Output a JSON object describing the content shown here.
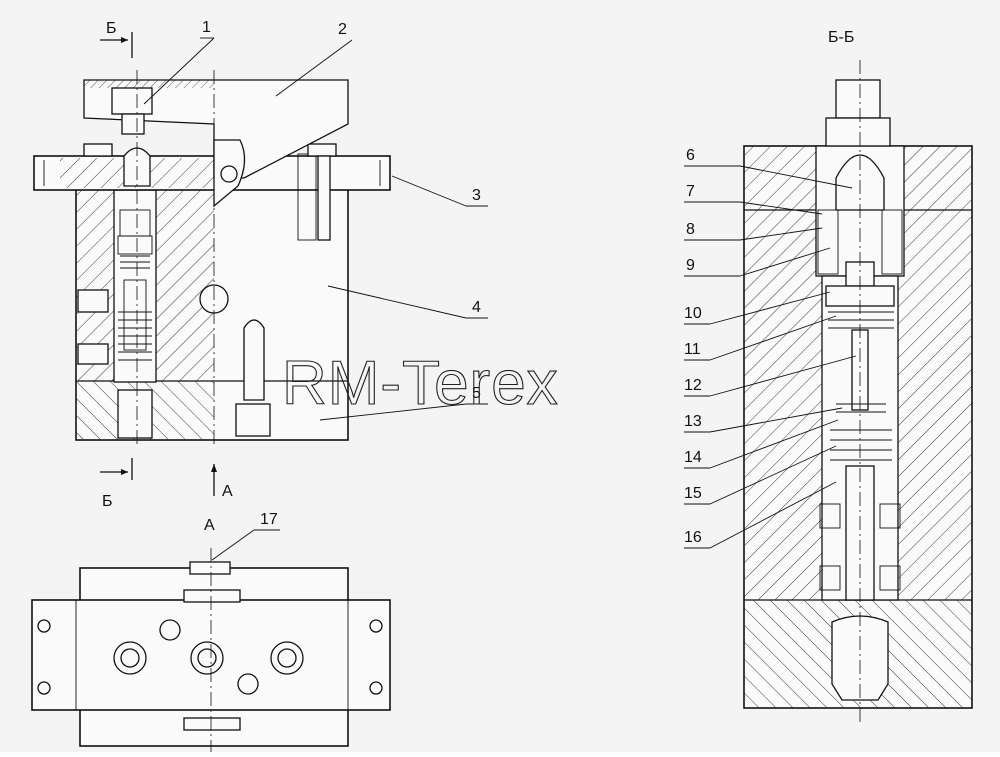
{
  "watermark": "RM-Terex",
  "section_marks": {
    "b_top": "Б",
    "b_bottom": "Б",
    "a_arrow": "А",
    "view_a_title": "А",
    "section_title": "Б-Б"
  },
  "callouts": {
    "c1": "1",
    "c2": "2",
    "c3": "3",
    "c4": "4",
    "c5": "5",
    "c6": "6",
    "c7": "7",
    "c8": "8",
    "c9": "9",
    "c10": "10",
    "c11": "11",
    "c12": "12",
    "c13": "13",
    "c14": "14",
    "c15": "15",
    "c16": "16",
    "c17": "17"
  }
}
